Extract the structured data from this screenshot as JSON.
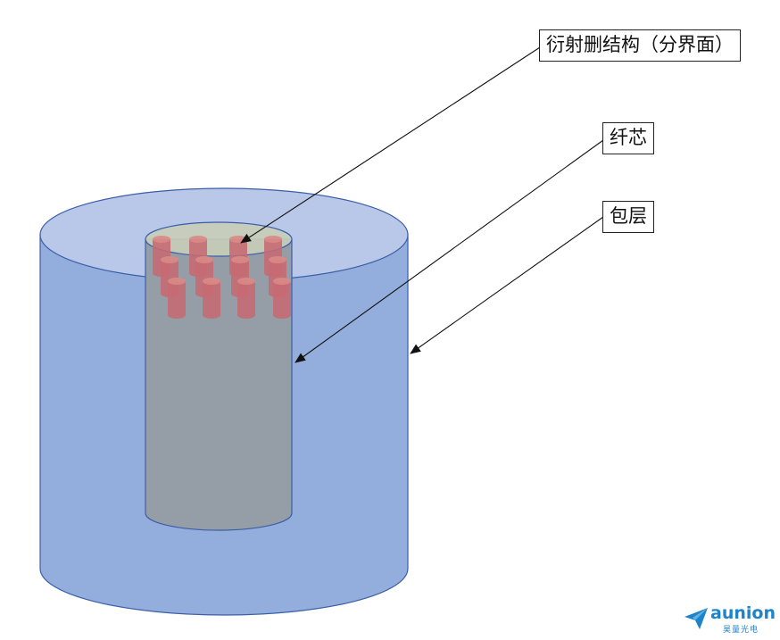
{
  "labels": {
    "grating": "衍射删结构（分界面）",
    "core": "纤芯",
    "cladding": "包层"
  },
  "logo": {
    "word": "aunion",
    "sub": "昊量光电"
  },
  "colors": {
    "cladding_body": "#93aedc",
    "cladding_top": "#b9c8e8",
    "cladding_stroke": "#3a5ea8",
    "core_body": "#959ea6",
    "core_top": "#c7cdb8",
    "rod_fill": "#c66a73",
    "rod_top": "#d98a86",
    "logo_blue": "#1f83c9"
  }
}
